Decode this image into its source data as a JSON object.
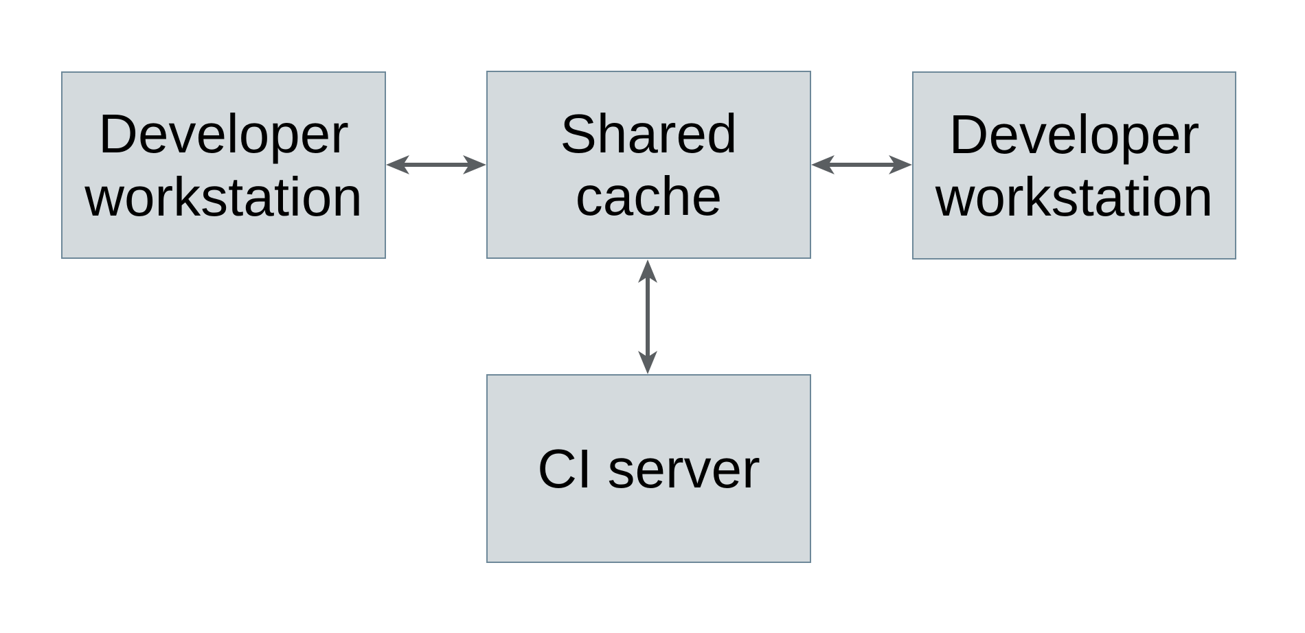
{
  "theme": {
    "background": "#ffffff",
    "box_fill": "#d4dadd",
    "box_border": "#6d8899",
    "arrow_color": "#5a5e61",
    "text_color": "#000000"
  },
  "diagram": {
    "type": "architecture-diagram",
    "nodes": [
      {
        "id": "developer-workstation-left",
        "label": "Developer workstation",
        "lines": [
          "Developer",
          "workstation"
        ]
      },
      {
        "id": "shared-cache",
        "label": "Shared cache",
        "lines": [
          "Shared",
          "cache"
        ]
      },
      {
        "id": "developer-workstation-right",
        "label": "Developer workstation",
        "lines": [
          "Developer",
          "workstation"
        ]
      },
      {
        "id": "ci-server",
        "label": "CI server",
        "lines": [
          "CI server"
        ]
      }
    ],
    "edges": [
      {
        "from": "developer-workstation-left",
        "to": "shared-cache",
        "direction": "bidirectional",
        "orientation": "horizontal"
      },
      {
        "from": "shared-cache",
        "to": "developer-workstation-right",
        "direction": "bidirectional",
        "orientation": "horizontal"
      },
      {
        "from": "shared-cache",
        "to": "ci-server",
        "direction": "bidirectional",
        "orientation": "vertical"
      }
    ]
  }
}
